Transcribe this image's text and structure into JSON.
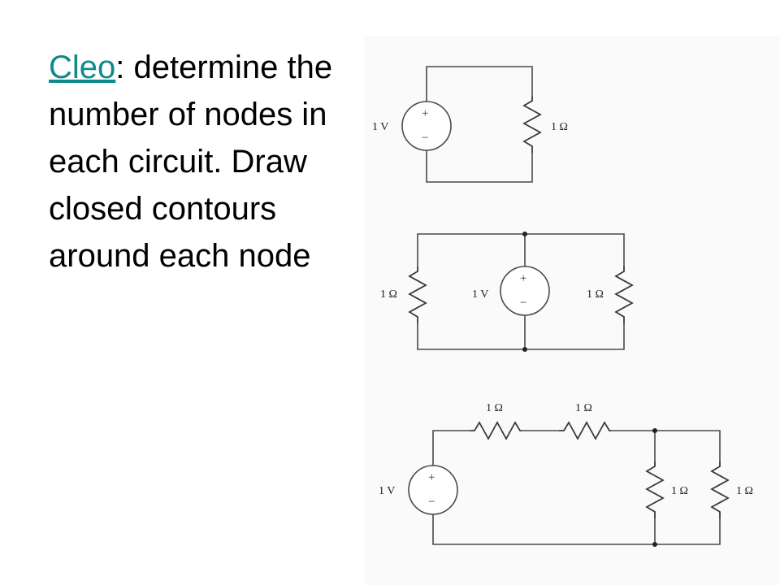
{
  "slide": {
    "link_text": "Cleo",
    "body_text": ": determine the number of nodes in each circuit. Draw closed contours around each node"
  },
  "circuits": {
    "circuit1": {
      "source_label": "1 V",
      "resistor_label": "1 Ω",
      "plus": "+",
      "minus": "−"
    },
    "circuit2": {
      "left_resistor_label": "1 Ω",
      "source_label": "1 V",
      "right_resistor_label": "1 Ω",
      "plus": "+",
      "minus": "−"
    },
    "circuit3": {
      "series_resistor1_label": "1 Ω",
      "series_resistor2_label": "1 Ω",
      "source_label": "1 V",
      "shunt_resistor1_label": "1 Ω",
      "shunt_resistor2_label": "1 Ω",
      "plus": "+",
      "minus": "−"
    }
  },
  "colors": {
    "link": "#0f8a8a",
    "text": "#000000",
    "panel": "#fafafa"
  }
}
